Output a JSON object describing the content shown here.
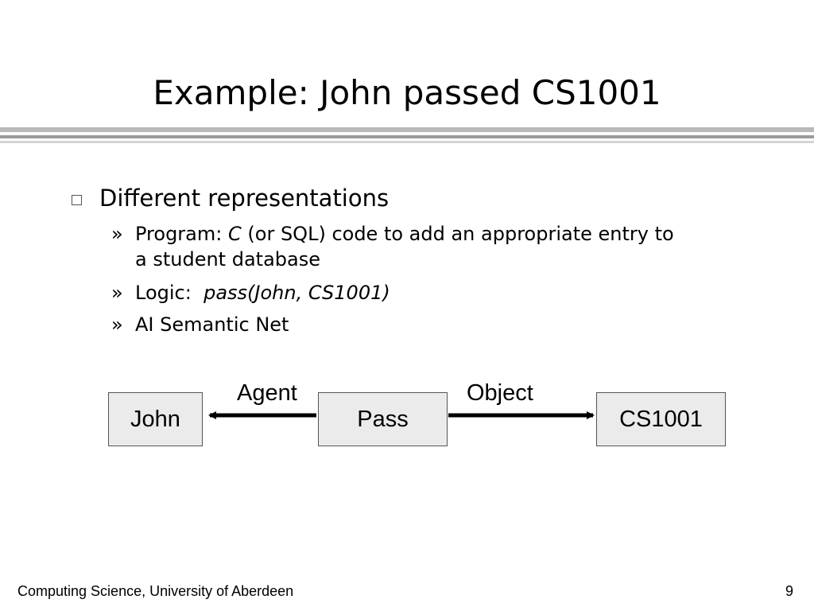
{
  "slide": {
    "title": "Example: John passed CS1001",
    "bullet": "Different representations",
    "sub_marker": "»",
    "items": [
      {
        "label": "Program:",
        "italic": "C",
        "rest": "(or SQL) code to add an appropriate entry to",
        "cont": "a student database"
      },
      {
        "label": "Logic:",
        "italic": "pass(John, CS1001)"
      },
      {
        "text": "AI Semantic Net"
      }
    ]
  },
  "diagram": {
    "nodes": [
      "John",
      "Pass",
      "CS1001"
    ],
    "edges": [
      "Agent",
      "Object"
    ]
  },
  "footer": {
    "left": "Computing Science, University of Aberdeen",
    "page": "9"
  }
}
